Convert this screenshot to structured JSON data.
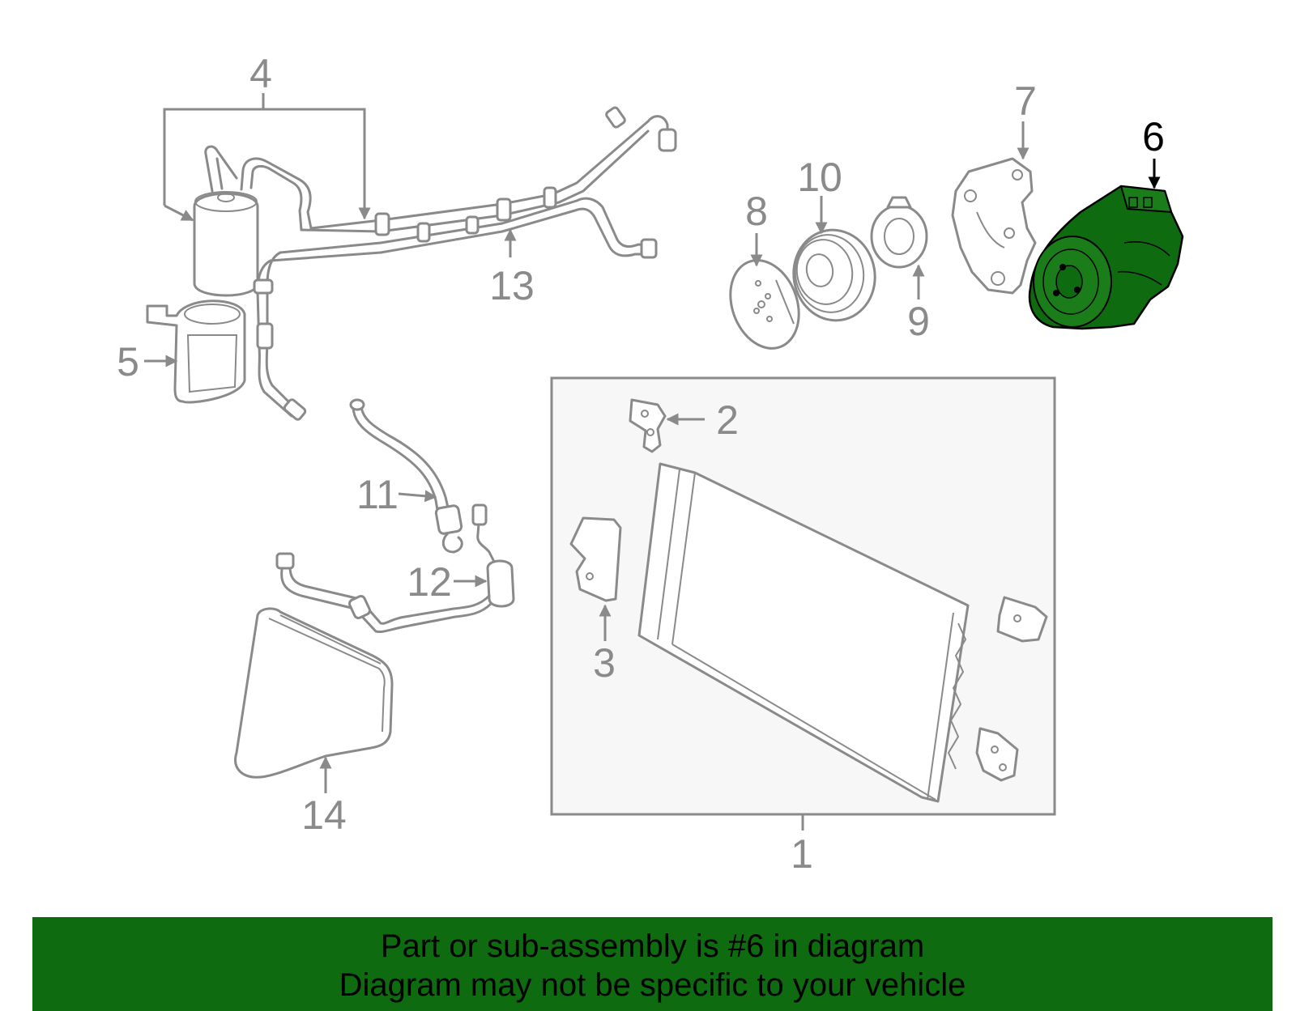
{
  "labels": {
    "1": "1",
    "2": "2",
    "3": "3",
    "4": "4",
    "5": "5",
    "6": "6",
    "7": "7",
    "8": "8",
    "9": "9",
    "10": "10",
    "11": "11",
    "12": "12",
    "13": "13",
    "14": "14"
  },
  "highlighted_part": "6",
  "banner": {
    "line1": "Part or sub-assembly is #6 in diagram",
    "line2": "Diagram may not be specific to your vehicle"
  },
  "colors": {
    "banner_bg": "#0f6b0f",
    "highlight_fill": "#0f6b0f",
    "line_gray": "#8a8a8a"
  }
}
